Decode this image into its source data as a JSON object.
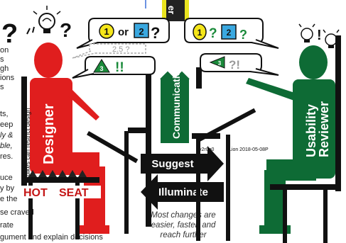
{
  "background_text": {
    "left_lines": [
      "on",
      "s",
      "gh",
      "ions",
      "s",
      "ts,",
      "eep",
      "ly &",
      "ble,",
      "res.",
      "uce",
      "y by",
      "e the",
      "se craved",
      "rate",
      "gument and explain decisions"
    ]
  },
  "top_banner": {
    "text": "er"
  },
  "designer": {
    "label": "Designer",
    "side_note": "Spikes can restrict design",
    "seat_label_1": "HOT",
    "seat_label_2": "SEAT",
    "bubble_top": {
      "num_1": "1",
      "or": "or",
      "num_2": "2",
      "question": "?"
    },
    "bubble_mid": {
      "text": "2.5 ?"
    },
    "bubble_low": {
      "num": "3",
      "exclaim": "!!"
    }
  },
  "reviewer": {
    "label_1": "Usability",
    "label_2": "Reviewer",
    "bubble_top": {
      "num_1": "1",
      "q1": "?",
      "num_2": "2",
      "q2": "?"
    },
    "bubble_low": {
      "num": "3",
      "text": "?!"
    }
  },
  "center": {
    "communication_label": "Communication",
    "version": "v2r0p0",
    "credit": "Lion 2018-05-08P",
    "arrow_right_label": "Suggest",
    "arrow_left_label": "Illuminate",
    "caption": [
      "Most changes are",
      "easier, faster, and",
      "reach further"
    ]
  },
  "colors": {
    "designer_red": "#e01e1e",
    "reviewer_green": "#0e6b35",
    "yellow": "#f5e61a",
    "blue": "#3aa8e0",
    "dark_green": "#1a8a3a",
    "black": "#111111",
    "gray": "#9a9a9a"
  }
}
